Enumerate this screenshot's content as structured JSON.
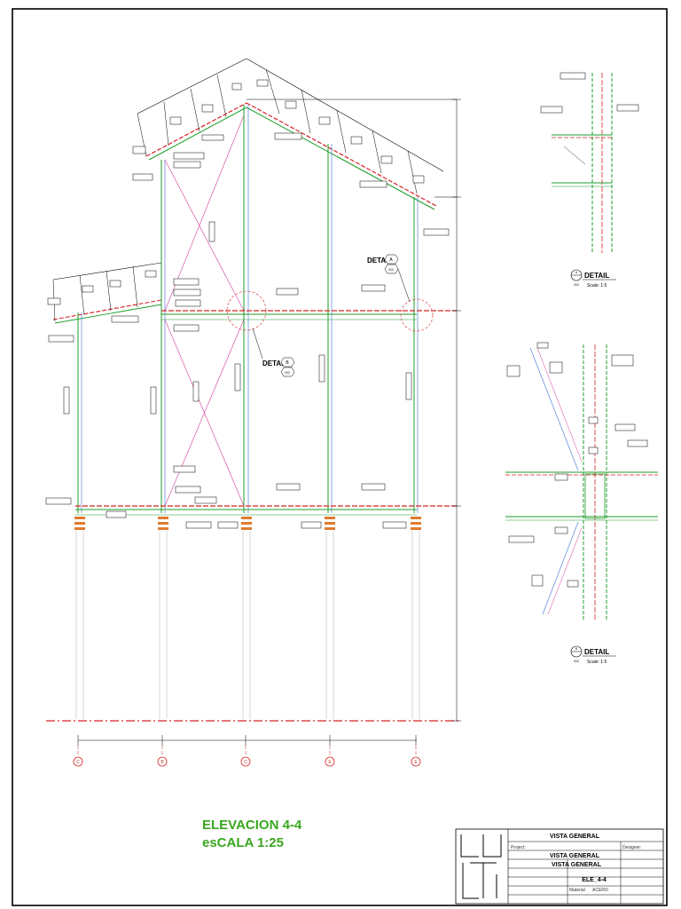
{
  "drawing": {
    "title_line1": "ELEVACION 4-4",
    "title_line2": "esCALA 1:25"
  },
  "details": {
    "a": {
      "letter": "A",
      "word": "DETAIL",
      "ref": "003",
      "scale": "Scale: 1:5"
    },
    "b": {
      "letter": "B",
      "word": "DETAIL",
      "ref": "003",
      "scale": "Scale: 1:5"
    },
    "callout_a": {
      "word": "DETAIL",
      "letter": "A",
      "ref": "003"
    },
    "callout_b": {
      "word": "DETAIL",
      "letter": "B",
      "ref": "003"
    }
  },
  "grid_axes": [
    "C",
    "B",
    "C",
    "E",
    "E"
  ],
  "title_block": {
    "header": "VISTA GENERAL",
    "row1_title": "VISTA GENERAL",
    "row2_title": "VISTA GENERAL",
    "sheet_code": "ELE_4-4",
    "material_label": "Material",
    "material_value": "ACERO",
    "project_label": "Project:",
    "designer_label": "Designer:"
  },
  "colors": {
    "frame": "#000000",
    "green": "#1e9e2a",
    "red": "#d62424",
    "blue": "#3a6fd8",
    "magenta": "#d23c9a",
    "title_green": "#3aa61f"
  }
}
